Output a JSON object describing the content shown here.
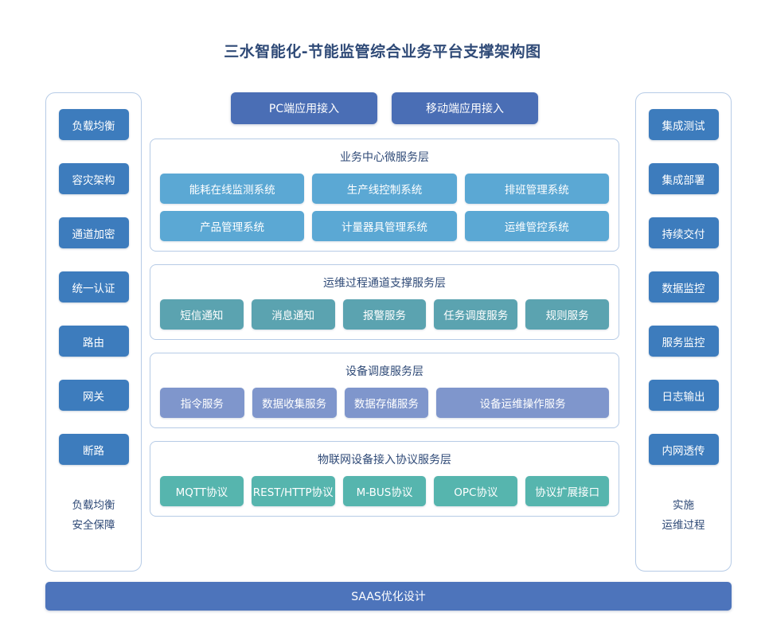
{
  "title": "三水智能化-节能监管综合业务平台支撑架构图",
  "colors": {
    "title_text": "#2f4a77",
    "panel_border": "#b6cbe6",
    "side_button": "#3d7cbd",
    "access_button": "#4a6eb5",
    "business_layer": "#5ba8d4",
    "ops_layer": "#5ba3b0",
    "device_layer": "#7f96cc",
    "iot_layer": "#56b5ae",
    "bottom_bar": "#4d74bb"
  },
  "left_column": {
    "items": [
      {
        "label": "负载均衡"
      },
      {
        "label": "容灾架构"
      },
      {
        "label": "通道加密"
      },
      {
        "label": "统一认证"
      },
      {
        "label": "路由"
      },
      {
        "label": "网关"
      },
      {
        "label": "断路"
      }
    ],
    "footer_line1": "负载均衡",
    "footer_line2": "安全保障"
  },
  "right_column": {
    "items": [
      {
        "label": "集成测试"
      },
      {
        "label": "集成部署"
      },
      {
        "label": "持续交付"
      },
      {
        "label": "数据监控"
      },
      {
        "label": "服务监控"
      },
      {
        "label": "日志输出"
      },
      {
        "label": "内网透传"
      }
    ],
    "footer_line1": "实施",
    "footer_line2": "运维过程"
  },
  "access": {
    "buttons": [
      {
        "label": "PC端应用接入"
      },
      {
        "label": "移动端应用接入"
      }
    ]
  },
  "layers": [
    {
      "id": "business",
      "title": "业务中心微服务层",
      "rows": [
        [
          {
            "label": "能耗在线监测系统"
          },
          {
            "label": "生产线控制系统"
          },
          {
            "label": "排班管理系统"
          }
        ],
        [
          {
            "label": "产品管理系统"
          },
          {
            "label": "计量器具管理系统"
          },
          {
            "label": "运维管控系统"
          }
        ]
      ]
    },
    {
      "id": "ops",
      "title": "运维过程通道支撑服务层",
      "rows": [
        [
          {
            "label": "短信通知"
          },
          {
            "label": "消息通知"
          },
          {
            "label": "报警服务"
          },
          {
            "label": "任务调度服务"
          },
          {
            "label": "规则服务"
          }
        ]
      ]
    },
    {
      "id": "device",
      "title": "设备调度服务层",
      "rows": [
        [
          {
            "label": "指令服务"
          },
          {
            "label": "数据收集服务"
          },
          {
            "label": "数据存储服务"
          },
          {
            "label": "设备运维操作服务",
            "wide": true
          }
        ]
      ]
    },
    {
      "id": "iot",
      "title": "物联网设备接入协议服务层",
      "rows": [
        [
          {
            "label": "MQTT协议"
          },
          {
            "label": "REST/HTTP协议"
          },
          {
            "label": "M-BUS协议"
          },
          {
            "label": "OPC协议"
          },
          {
            "label": "协议扩展接口"
          }
        ]
      ]
    }
  ],
  "bottom_bar": {
    "label": "SAAS优化设计"
  }
}
